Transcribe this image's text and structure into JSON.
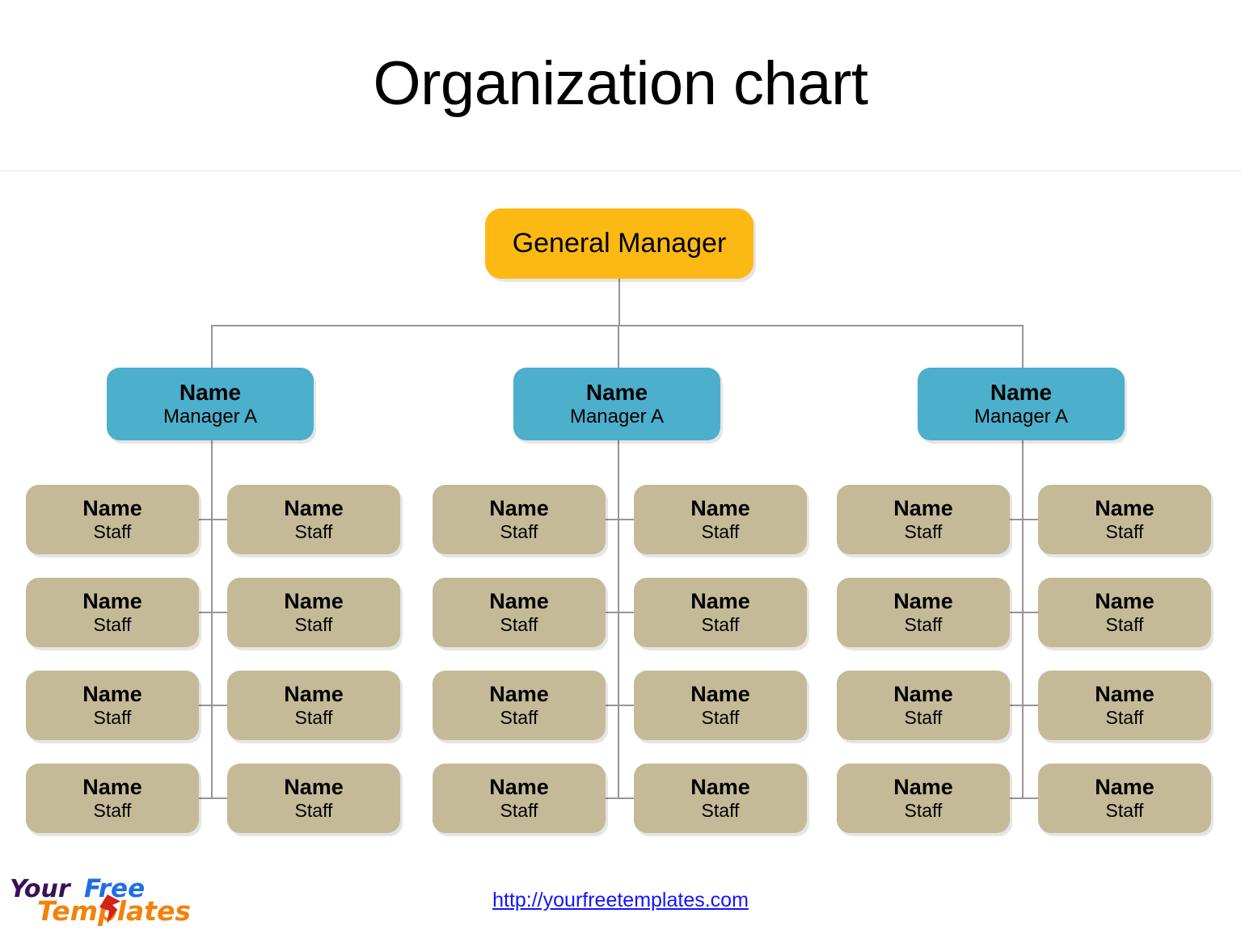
{
  "page": {
    "title": "Organization chart",
    "background_color": "#ffffff"
  },
  "colors": {
    "general_manager": "#FCB913",
    "manager": "#4CAFCB",
    "staff": "#C5BA97",
    "connector": "#969696",
    "link": "#1414ff",
    "divider": "#e6e6e6"
  },
  "chart_data": {
    "type": "diagram",
    "chart_kind": "organization-chart",
    "title": "Organization chart",
    "levels": 3,
    "root": {
      "label": "General Manager",
      "color": "#FCB913"
    },
    "branches": [
      {
        "id": "branch-1",
        "manager": {
          "name": "Name",
          "role": "Manager A",
          "color": "#4CAFCB"
        },
        "staff": [
          {
            "name": "Name",
            "role": "Staff",
            "side": "left",
            "row": 1
          },
          {
            "name": "Name",
            "role": "Staff",
            "side": "right",
            "row": 1
          },
          {
            "name": "Name",
            "role": "Staff",
            "side": "left",
            "row": 2
          },
          {
            "name": "Name",
            "role": "Staff",
            "side": "right",
            "row": 2
          },
          {
            "name": "Name",
            "role": "Staff",
            "side": "left",
            "row": 3
          },
          {
            "name": "Name",
            "role": "Staff",
            "side": "right",
            "row": 3
          },
          {
            "name": "Name",
            "role": "Staff",
            "side": "left",
            "row": 4
          },
          {
            "name": "Name",
            "role": "Staff",
            "side": "right",
            "row": 4
          }
        ]
      },
      {
        "id": "branch-2",
        "manager": {
          "name": "Name",
          "role": "Manager A",
          "color": "#4CAFCB"
        },
        "staff": [
          {
            "name": "Name",
            "role": "Staff",
            "side": "left",
            "row": 1
          },
          {
            "name": "Name",
            "role": "Staff",
            "side": "right",
            "row": 1
          },
          {
            "name": "Name",
            "role": "Staff",
            "side": "left",
            "row": 2
          },
          {
            "name": "Name",
            "role": "Staff",
            "side": "right",
            "row": 2
          },
          {
            "name": "Name",
            "role": "Staff",
            "side": "left",
            "row": 3
          },
          {
            "name": "Name",
            "role": "Staff",
            "side": "right",
            "row": 3
          },
          {
            "name": "Name",
            "role": "Staff",
            "side": "left",
            "row": 4
          },
          {
            "name": "Name",
            "role": "Staff",
            "side": "right",
            "row": 4
          }
        ]
      },
      {
        "id": "branch-3",
        "manager": {
          "name": "Name",
          "role": "Manager A",
          "color": "#4CAFCB"
        },
        "staff": [
          {
            "name": "Name",
            "role": "Staff",
            "side": "left",
            "row": 1
          },
          {
            "name": "Name",
            "role": "Staff",
            "side": "right",
            "row": 1
          },
          {
            "name": "Name",
            "role": "Staff",
            "side": "left",
            "row": 2
          },
          {
            "name": "Name",
            "role": "Staff",
            "side": "right",
            "row": 2
          },
          {
            "name": "Name",
            "role": "Staff",
            "side": "left",
            "row": 3
          },
          {
            "name": "Name",
            "role": "Staff",
            "side": "right",
            "row": 3
          },
          {
            "name": "Name",
            "role": "Staff",
            "side": "left",
            "row": 4
          },
          {
            "name": "Name",
            "role": "Staff",
            "side": "right",
            "row": 4
          }
        ]
      }
    ]
  },
  "footer": {
    "url": "http://yourfreetemplates.com",
    "logo": {
      "word1": "Your",
      "word2": "Free",
      "word3": "Templates"
    }
  }
}
